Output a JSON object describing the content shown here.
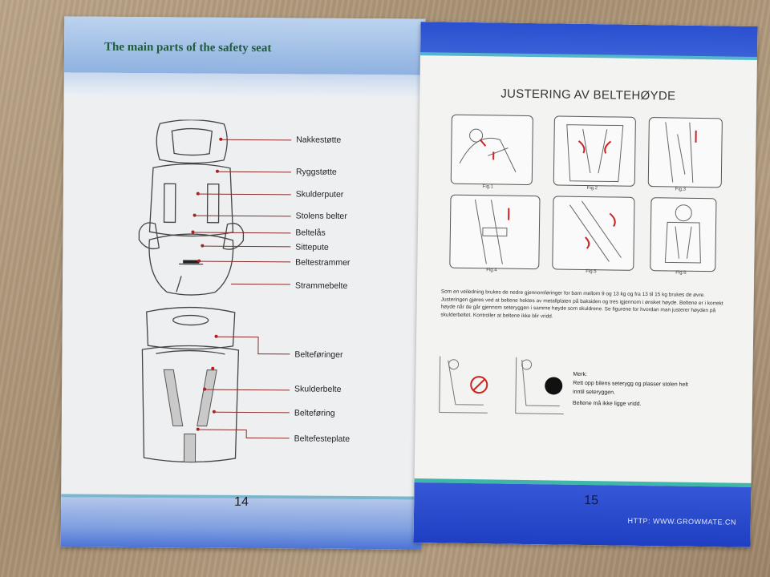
{
  "left_page": {
    "header_title": "The main parts of the safety seat",
    "page_number": "14",
    "labels_top": [
      "Nakkestøtte",
      "Ryggstøtte",
      "Skulderputer",
      "Stolens belter",
      "Beltelås",
      "Sittepute",
      "Beltestrammer",
      "Strammebelte"
    ],
    "labels_bottom": [
      "Belteføringer",
      "Skulderbelte",
      "Belteføring",
      "Beltefesteplate"
    ]
  },
  "right_page": {
    "title": "JUSTERING AV BELTEHØYDE",
    "figure_captions": [
      "Fig.1",
      "Fig.2",
      "Fig.3",
      "Fig.4",
      "Fig.5",
      "Fig.6"
    ],
    "paragraph": "Som en veiledning brukes de nedre gjennomføringer for barn mellom 9 og 13 kg og fra 13 til 15 kg brukes de øvre. Justeringen gjøres ved at beltene hektes av metallplaten på baksiden og tres igjennom i ønsket høyde. Beltene er i korrekt høyde når de går gjennom seteryggen i samme høyde som skuldrene. Se figurene for hvordan man justerer høyden på skulderbeltet. Kontroller at beltene ikke blir vridd.",
    "note": {
      "title": "Merk:",
      "line1": "Rett opp bilens seterygg og plasser stolen helt",
      "line2": "inntil seteryggen.",
      "line3": "Beltene må ikke ligge vridd."
    },
    "page_number": "15",
    "url": "HTTP: WWW.GROWMATE.CN"
  }
}
